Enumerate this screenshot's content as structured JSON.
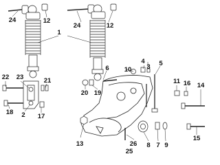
{
  "diagram": {
    "colors": {
      "line": "#222222",
      "spring": "#555555",
      "label": "#111111",
      "background": "#ffffff"
    },
    "callouts": {
      "c1": "1",
      "c2": "2",
      "c3": "3",
      "c4": "4",
      "c5": "5",
      "c6": "6",
      "c7": "7",
      "c8": "8",
      "c9": "9",
      "c10": "10",
      "c11": "11",
      "c12": "12",
      "c13": "13",
      "c14": "14",
      "c15": "15",
      "c16": "16",
      "c17": "17",
      "c18": "18",
      "c19": "19",
      "c20": "20",
      "c21": "21",
      "c22": "22",
      "c23": "23",
      "c24a": "24",
      "c24b": "24",
      "c25": "25",
      "c26": "26"
    }
  }
}
